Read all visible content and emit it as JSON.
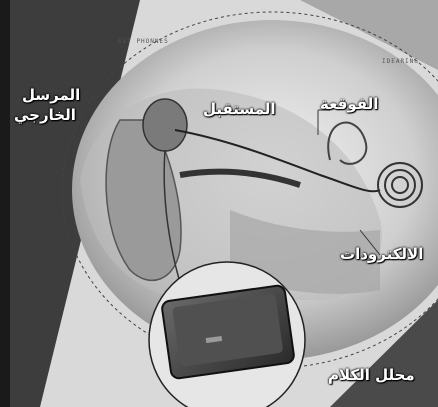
{
  "labels": {
    "external_transmitter_line1": "المرسل",
    "external_transmitter_line2": "الخارجي",
    "receiver": "المستقبل",
    "cochlea": "القوقعة",
    "electrodes": "الالكترودات",
    "speech_processor": "محلل الكلام"
  },
  "faint_text": {
    "top_left": "EXT PHONNES",
    "top_right": "IDEARING"
  },
  "colors": {
    "background": "#d9d9d9",
    "dark_band": "#3a3a3a",
    "label_text": "#ffffff"
  }
}
